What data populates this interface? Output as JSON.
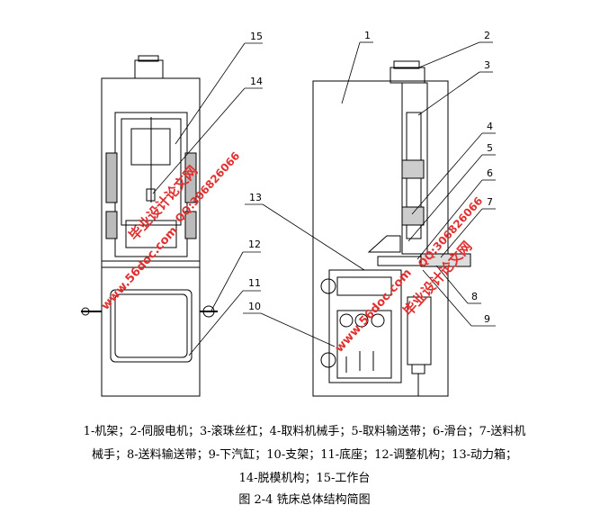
{
  "callouts": {
    "left": [
      "15",
      "14",
      "13",
      "12",
      "11",
      "10"
    ],
    "right": [
      "1",
      "2",
      "3",
      "4",
      "5",
      "6",
      "7",
      "8",
      "9"
    ]
  },
  "watermark": {
    "site": "www.56doc.com",
    "brand": "毕业设计论文网",
    "qq": "QQ:306826066",
    "color": "#e03030"
  },
  "legend": {
    "line1": "1-机架；2-伺服电机；3-滚珠丝杠；4-取料机械手；5-取料输送带；6-滑台；7-送料机",
    "line2": "械手；8-送料输送带；9-下汽缸；10-支架；11-底座；12-调整机构；13-动力箱；",
    "line3": "14-脱模机构；15-工作台"
  },
  "figure_caption": "图 2-4  铣床总体结构简图"
}
